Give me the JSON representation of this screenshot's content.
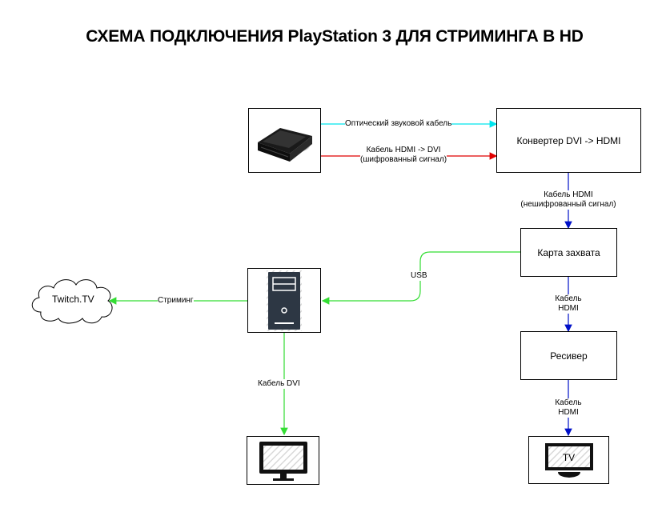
{
  "title": "СХЕМА ПОДКЛЮЧЕНИЯ PlayStation 3 ДЛЯ СТРИМИНГА В HD",
  "nodes": {
    "ps3": "",
    "converter": "Конвертер DVI -> HDMI",
    "capture": "Карта захвата",
    "receiver": "Ресивер",
    "tv": "TV",
    "pc": "",
    "monitor": "",
    "twitch": "Twitch.TV"
  },
  "edges": {
    "optical": "Оптический звуковой кабель",
    "hdmi_dvi_1": "Кабель HDMI -> DVI",
    "hdmi_dvi_2": "(шифрованный сигнал)",
    "hdmi_unenc_1": "Кабель HDMI",
    "hdmi_unenc_2": "(нешифрованный сигнал)",
    "usb": "USB",
    "hdmi_rec_1": "Кабель",
    "hdmi_rec_2": "HDMI",
    "hdmi_tv_1": "Кабель",
    "hdmi_tv_2": "HDMI",
    "streaming": "Стриминг",
    "dvi": "Кабель DVI"
  },
  "colors": {
    "optical": "#00e5ee",
    "hdmi_encrypted": "#e00000",
    "hdmi": "#0010c8",
    "usb": "#33dd33"
  },
  "icons": {
    "ps3": "game-console-icon",
    "pc": "computer-tower-icon",
    "monitor": "monitor-icon",
    "tv": "tv-icon",
    "twitch": "cloud-icon"
  }
}
